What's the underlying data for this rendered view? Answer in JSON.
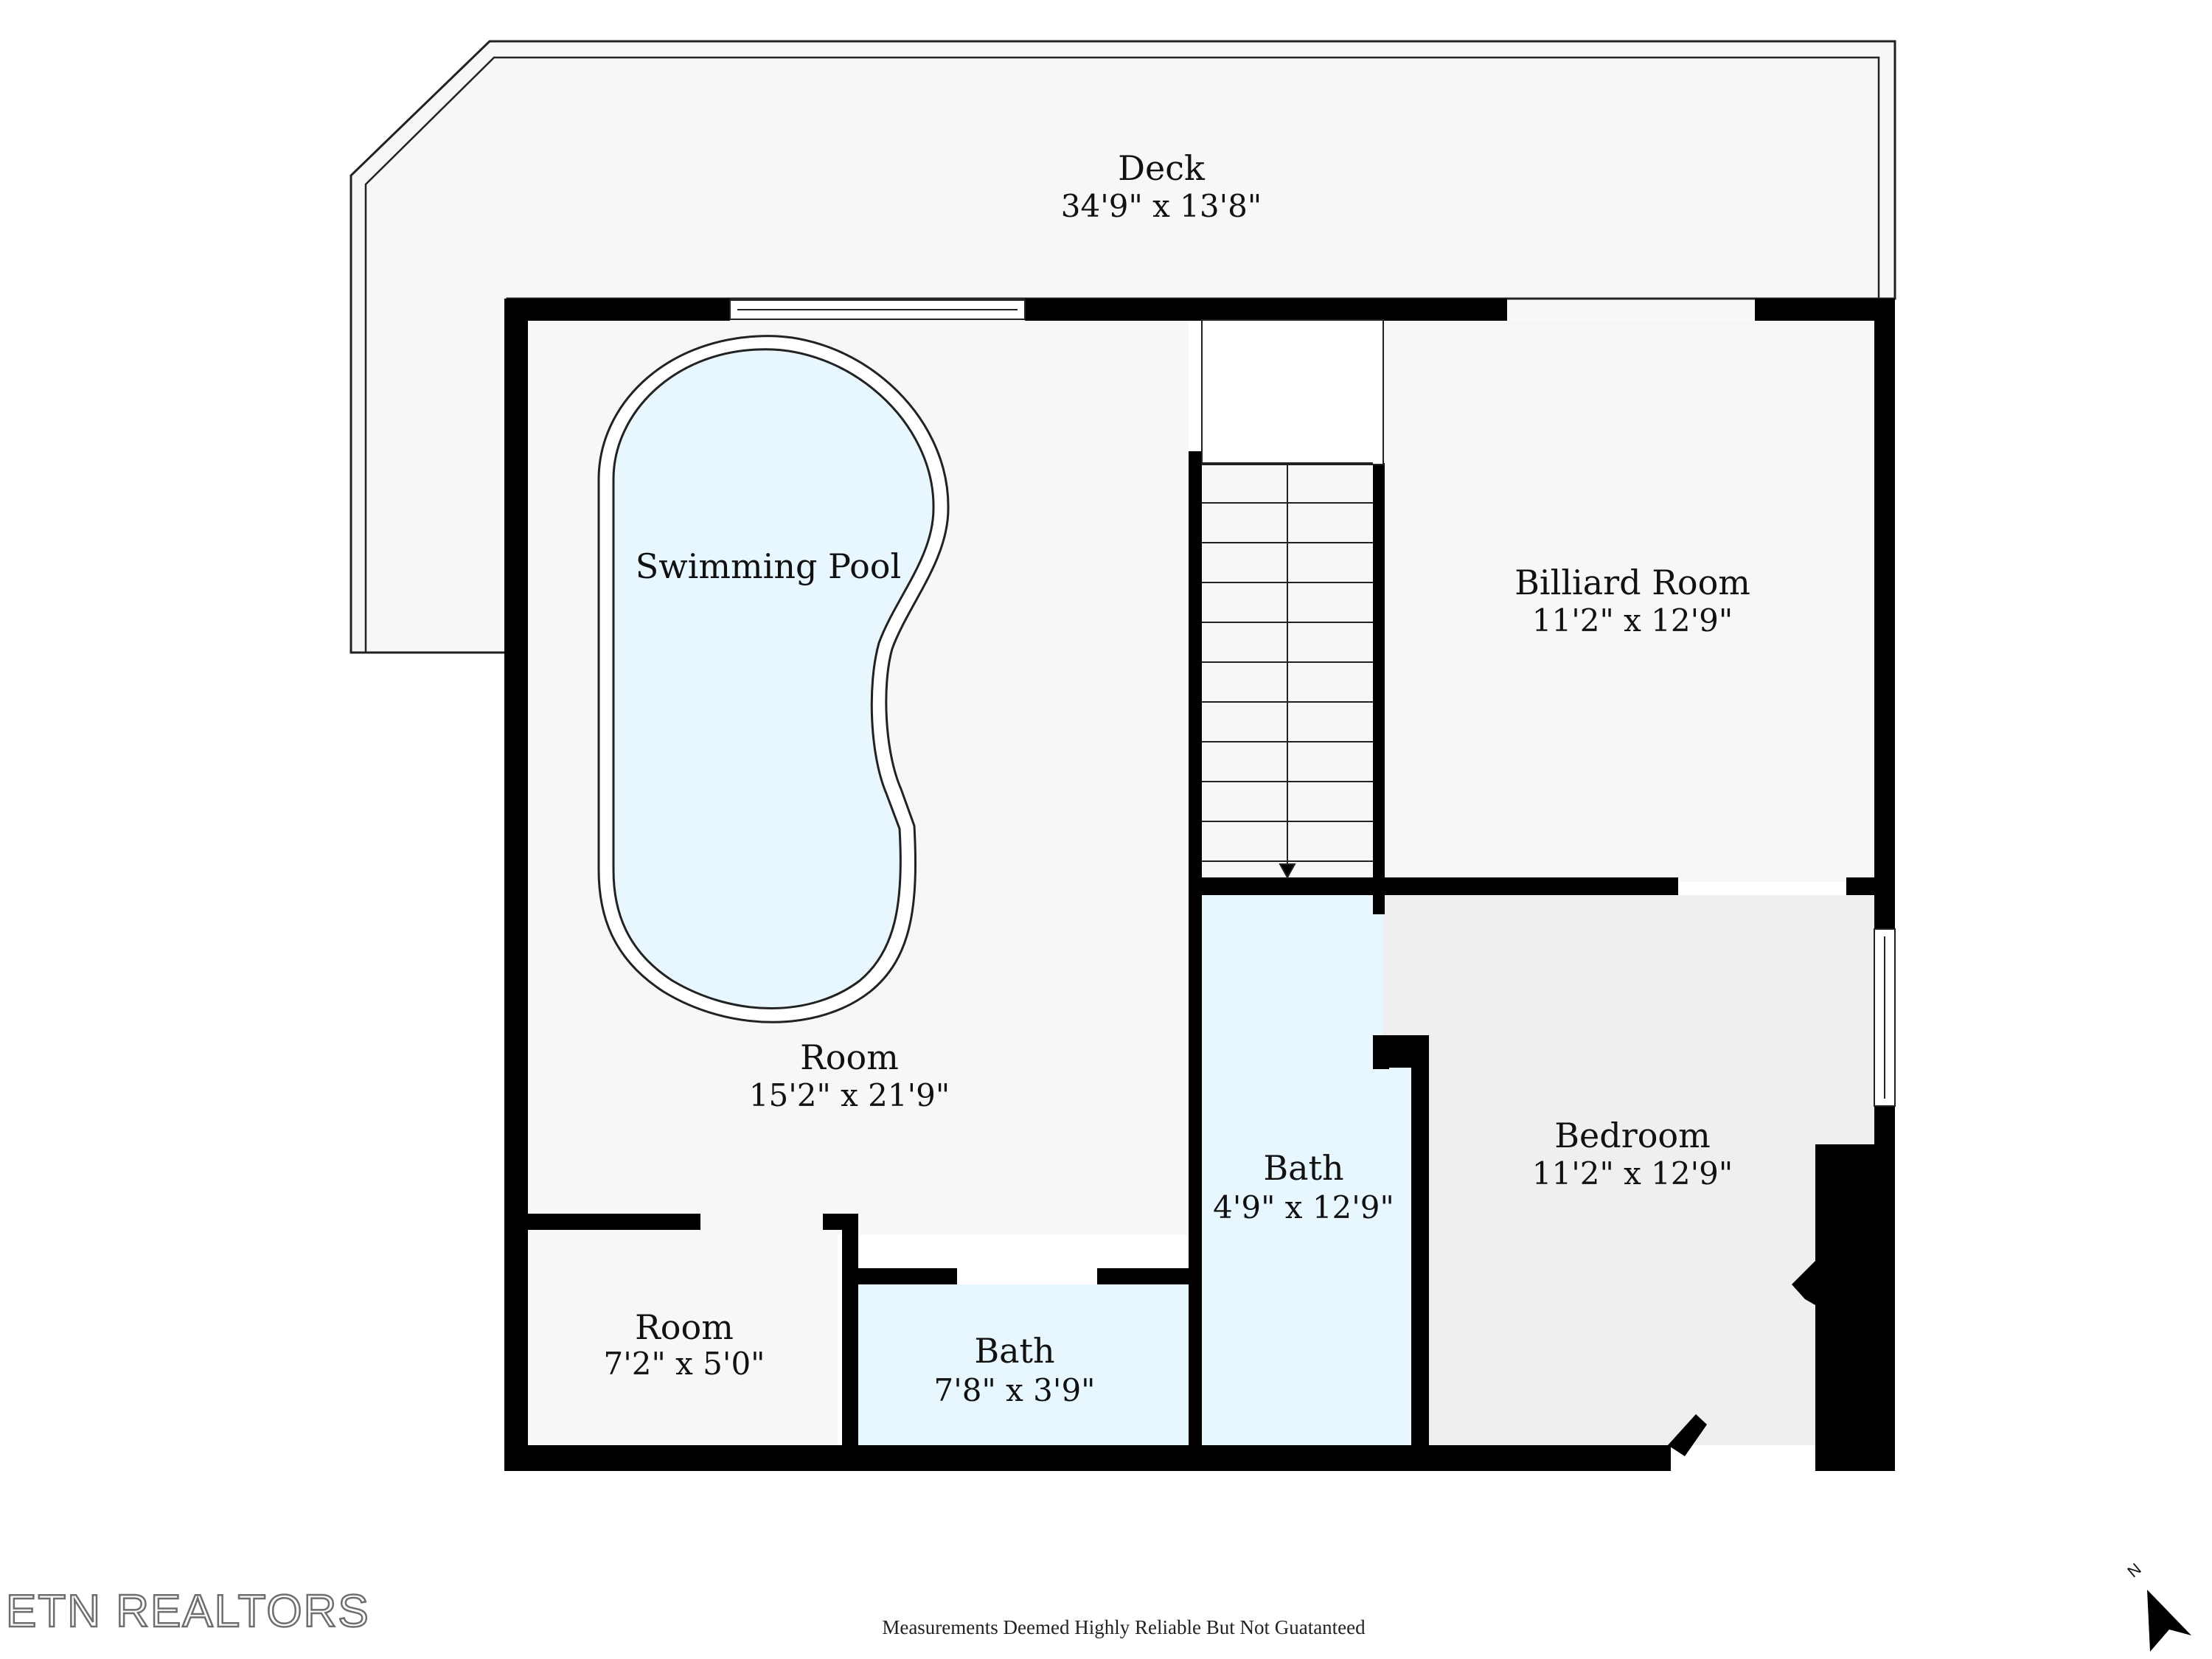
{
  "rooms": {
    "deck": {
      "name": "Deck",
      "dims": "34'9\" x 13'8\""
    },
    "pool": {
      "name": "Swimming Pool"
    },
    "main_room": {
      "name": "Room",
      "dims": "15'2\" x 21'9\""
    },
    "billiard": {
      "name": "Billiard Room",
      "dims": "11'2\" x 12'9\""
    },
    "bath_center": {
      "name": "Bath",
      "dims": "4'9\" x 12'9\""
    },
    "bedroom": {
      "name": "Bedroom",
      "dims": "11'2\" x 12'9\""
    },
    "small_room": {
      "name": "Room",
      "dims": "7'2\" x 5'0\""
    },
    "bath_small": {
      "name": "Bath",
      "dims": "7'8\" x 3'9\""
    }
  },
  "footer": {
    "logo": "ETN REALTORS",
    "disclaimer": "Measurements Deemed Highly Reliable But Not Guatanteed",
    "north": "N"
  },
  "colors": {
    "wall": "#000000",
    "floor": "#f7f7f7",
    "water": "#e8f7fd",
    "bedroom_floor": "#efefef",
    "deck_floor": "#f7f7f7"
  }
}
